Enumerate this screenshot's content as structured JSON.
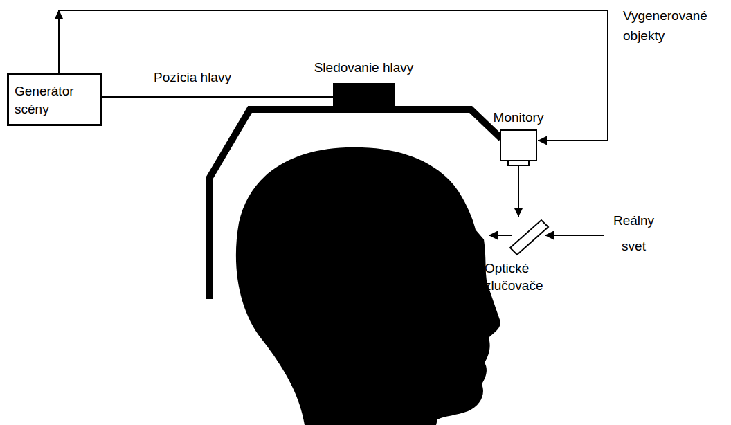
{
  "diagram": {
    "nodes": [
      {
        "text": [
          "Generátor scény"
        ]
      },
      {
        "text": [
          "Sledovanie hlavy"
        ]
      },
      {
        "text": [
          "Monitory"
        ]
      },
      {
        "text": [
          "Optické zlučovače"
        ]
      }
    ],
    "edges": [
      {
        "from": 0,
        "to": 1,
        "label": "Pozícia hlavy",
        "arrow": "none"
      },
      {
        "from": 0,
        "to": 2,
        "label": "Vygenerované objekty",
        "arrow": "to"
      },
      {
        "from": 2,
        "to": 3,
        "arrow": "to"
      }
    ],
    "labels": [
      "Reálny svet"
    ]
  }
}
